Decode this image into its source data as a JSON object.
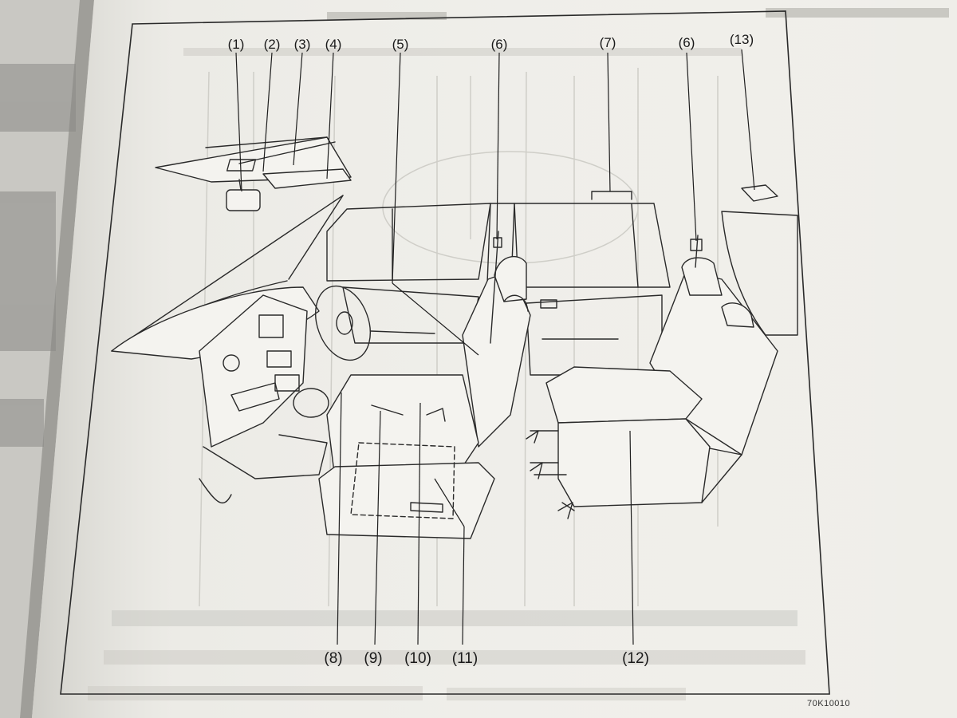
{
  "labels_top": [
    "(1)",
    "(2)",
    "(3)",
    "(4)",
    "(5)",
    "(6)",
    "(7)",
    "(6)",
    "(13)"
  ],
  "labels_bottom": [
    "(8)",
    "(9)",
    "(10)",
    "(11)",
    "(12)"
  ],
  "figure_code": "70K10010",
  "colors": {
    "page": "#f0efeb",
    "ink": "#1a1a1a",
    "ghost_ink": "#a9a8a2",
    "background": "#bdbcb7"
  }
}
